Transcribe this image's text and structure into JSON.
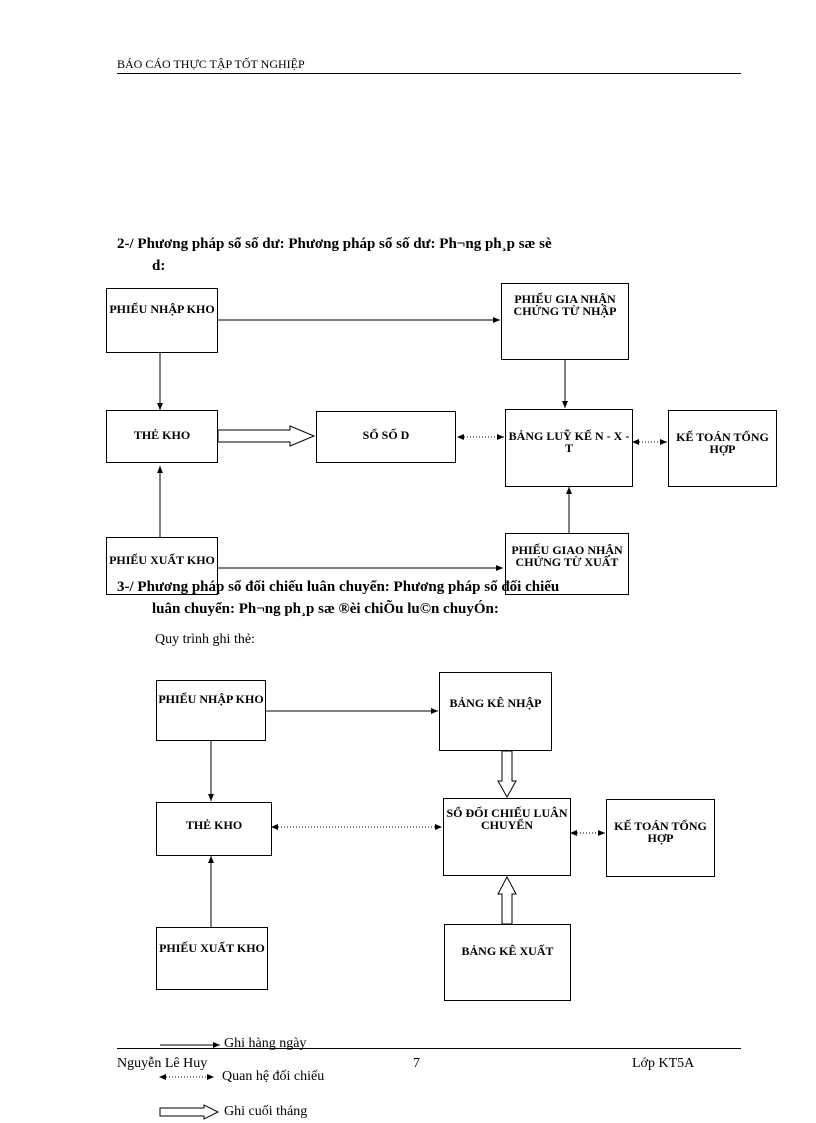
{
  "header": {
    "title": "BÁO CÁO THỰC TẬP TỐT NGHIỆP"
  },
  "section2": {
    "title": "2-/ Phương pháp  sổ số dư: Phương pháp  sổ số dư: Ph¬ng   ph¸p   sæ  sè",
    "title_cont": "d:",
    "boxes": {
      "phieu_nhap": "PHIẾU NHẬP KHO",
      "phieu_giao_nhap": "PHIẾU GIA NHẬN CHỨNG TỪ NHẬP",
      "the_kho": "THẺ KHO",
      "so_so_du": "SỔ SỐ D",
      "bang_luy_ke": "BẢNG LUỸ KẾ N - X - T",
      "ke_toan": "KẾ TOÁN TỔNG HỢP",
      "phieu_xuat": "PHIẾU XUẤT KHO",
      "phieu_giao_xuat": "PHIẾU GIAO NHẬN CHỨNG TỪ XUẤT"
    }
  },
  "section3": {
    "title": "3-/ Phương  pháp  sổ  đối  chiếu  luân  chuyển:  Phương  pháp  sổ  đối  chiếu",
    "title_cont": "luân  chuyển:          Ph¬ng   ph¸p  sæ ®èi chiÕu lu©n chuyÓn:",
    "subtitle": "Quy trình ghi thẻ:",
    "boxes": {
      "phieu_nhap": "PHIẾU NHẬP KHO",
      "bang_ke_nhap": "BẢNG KÊ NHẬP",
      "the_kho": "THẺ KHO",
      "so_doi_chieu": "SỔ ĐỐI CHIẾU LUÂN CHUYỂN",
      "ke_toan": "KẾ TOÁN TỔNG HỢP",
      "phieu_xuat": "PHIẾU XUẤT KHO",
      "bang_ke_xuat": "BẢNG KÊ XUẤT"
    }
  },
  "legend": {
    "daily": "Ghi hàng ngày",
    "reconcile": "Quan hệ đối chiếu",
    "month_end": "Ghi cuối tháng"
  },
  "footer": {
    "author": "Nguyễn  Lê Huy",
    "page": "7",
    "class": "Lớp KT5A"
  }
}
